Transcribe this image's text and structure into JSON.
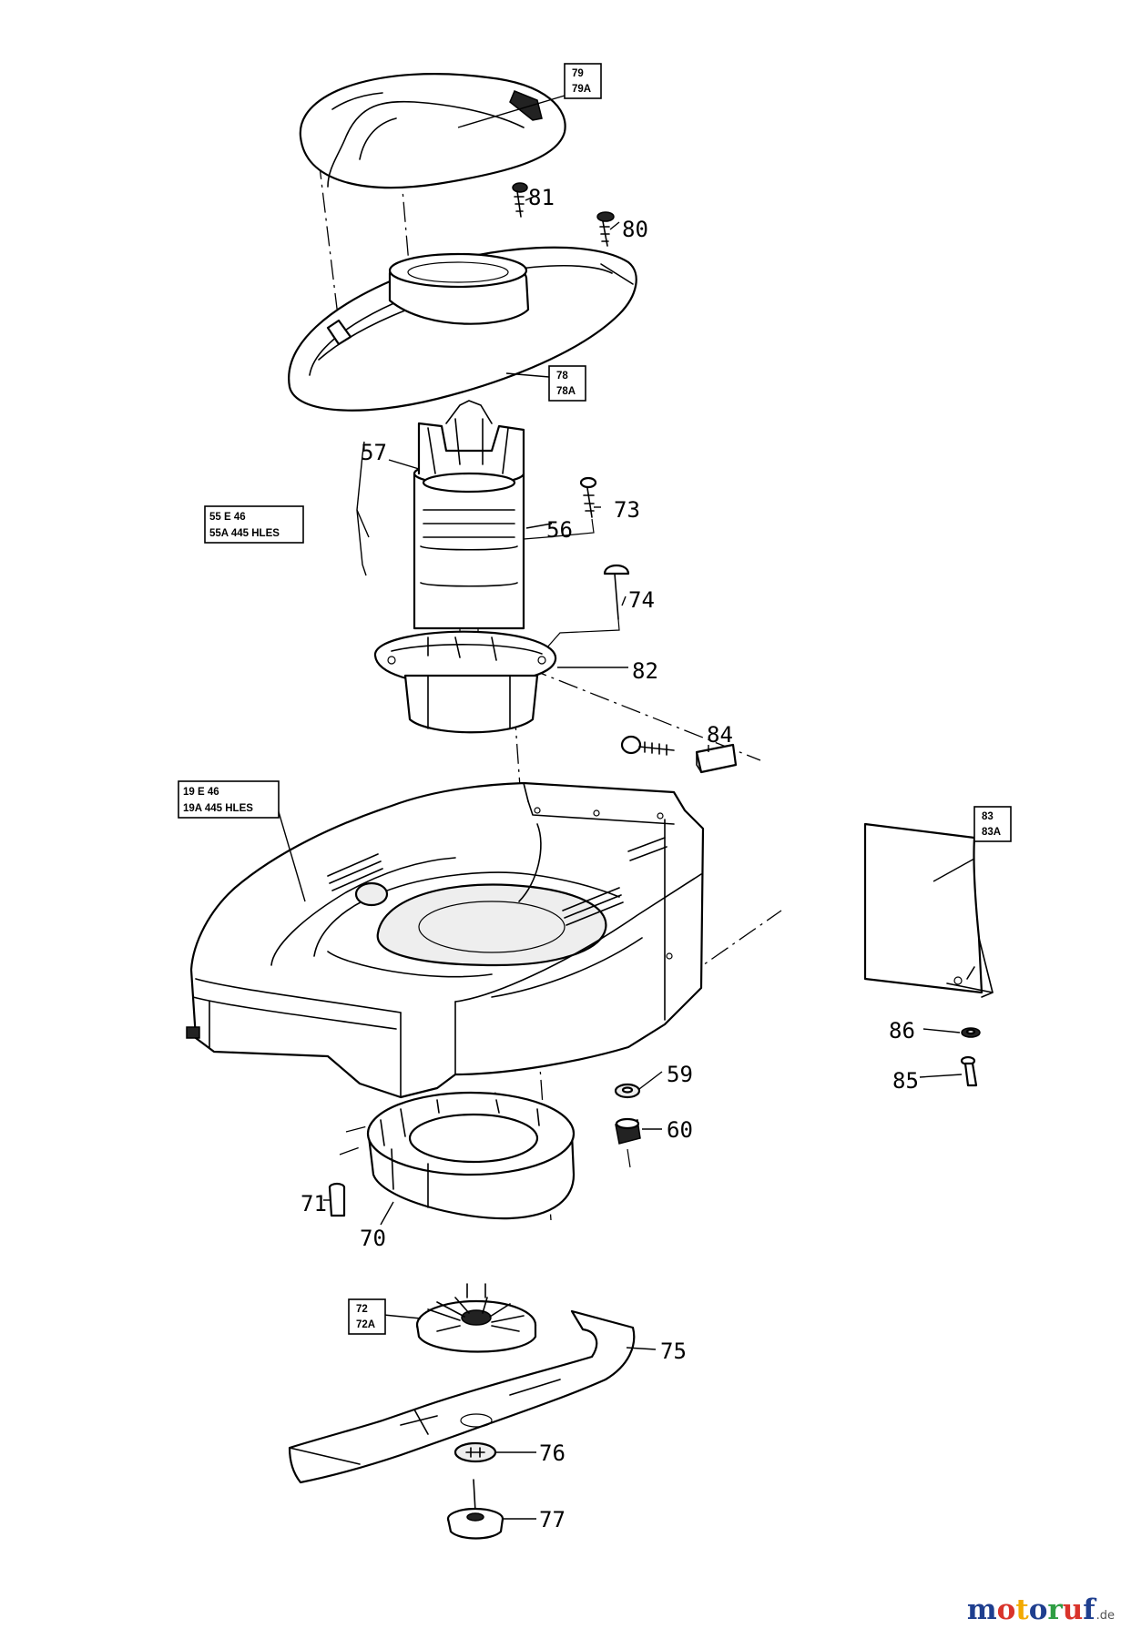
{
  "callouts": {
    "c81": "81",
    "c80": "80",
    "c57": "57",
    "c73": "73",
    "c56": "56",
    "c74": "74",
    "c82": "82",
    "c84": "84",
    "c86": "86",
    "c85": "85",
    "c59": "59",
    "c60": "60",
    "c71": "71",
    "c70": "70",
    "c75": "75",
    "c76": "76",
    "c77": "77"
  },
  "boxes": {
    "b79": [
      "79",
      "79A"
    ],
    "b78": [
      "78",
      "78A"
    ],
    "b55": [
      "55  E 46",
      "55A  445 HLES"
    ],
    "b19": [
      "19  E 46",
      "19A  445 HLES"
    ],
    "b83": [
      "83",
      "83A"
    ],
    "b72": [
      "72",
      "72A"
    ]
  },
  "watermark": {
    "letters": [
      "m",
      "o",
      "t",
      "o",
      "r",
      "u",
      "f"
    ],
    "colors": [
      "#1f3f8f",
      "#d9342b",
      "#f2a900",
      "#1f3f8f",
      "#2f9e44",
      "#d9342b",
      "#1f3f8f"
    ],
    "suffix": ".de"
  }
}
